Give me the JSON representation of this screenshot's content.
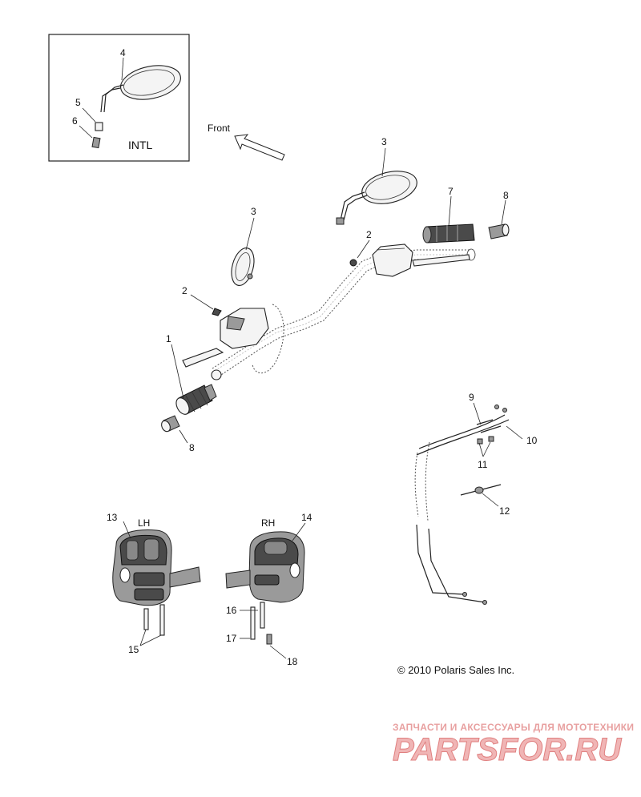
{
  "diagram": {
    "inset_label": "INTL",
    "front_label": "Front",
    "lh_label": "LH",
    "rh_label": "RH",
    "callouts": {
      "c1": "1",
      "c2a": "2",
      "c2b": "2",
      "c3a": "3",
      "c3b": "3",
      "c4": "4",
      "c5": "5",
      "c6": "6",
      "c7": "7",
      "c8a": "8",
      "c8b": "8",
      "c9": "9",
      "c10": "10",
      "c11": "11",
      "c12": "12",
      "c13": "13",
      "c14": "14",
      "c15": "15",
      "c16": "16",
      "c17": "17",
      "c18": "18"
    },
    "copyright": "© 2010 Polaris Sales Inc."
  },
  "watermark": {
    "tagline": "ЗАПЧАСТИ И АКСЕССУАРЫ ДЛЯ МОТОТЕХНИКИ",
    "logo_text": "PARTSFOR.RU",
    "color": "#e05555"
  }
}
